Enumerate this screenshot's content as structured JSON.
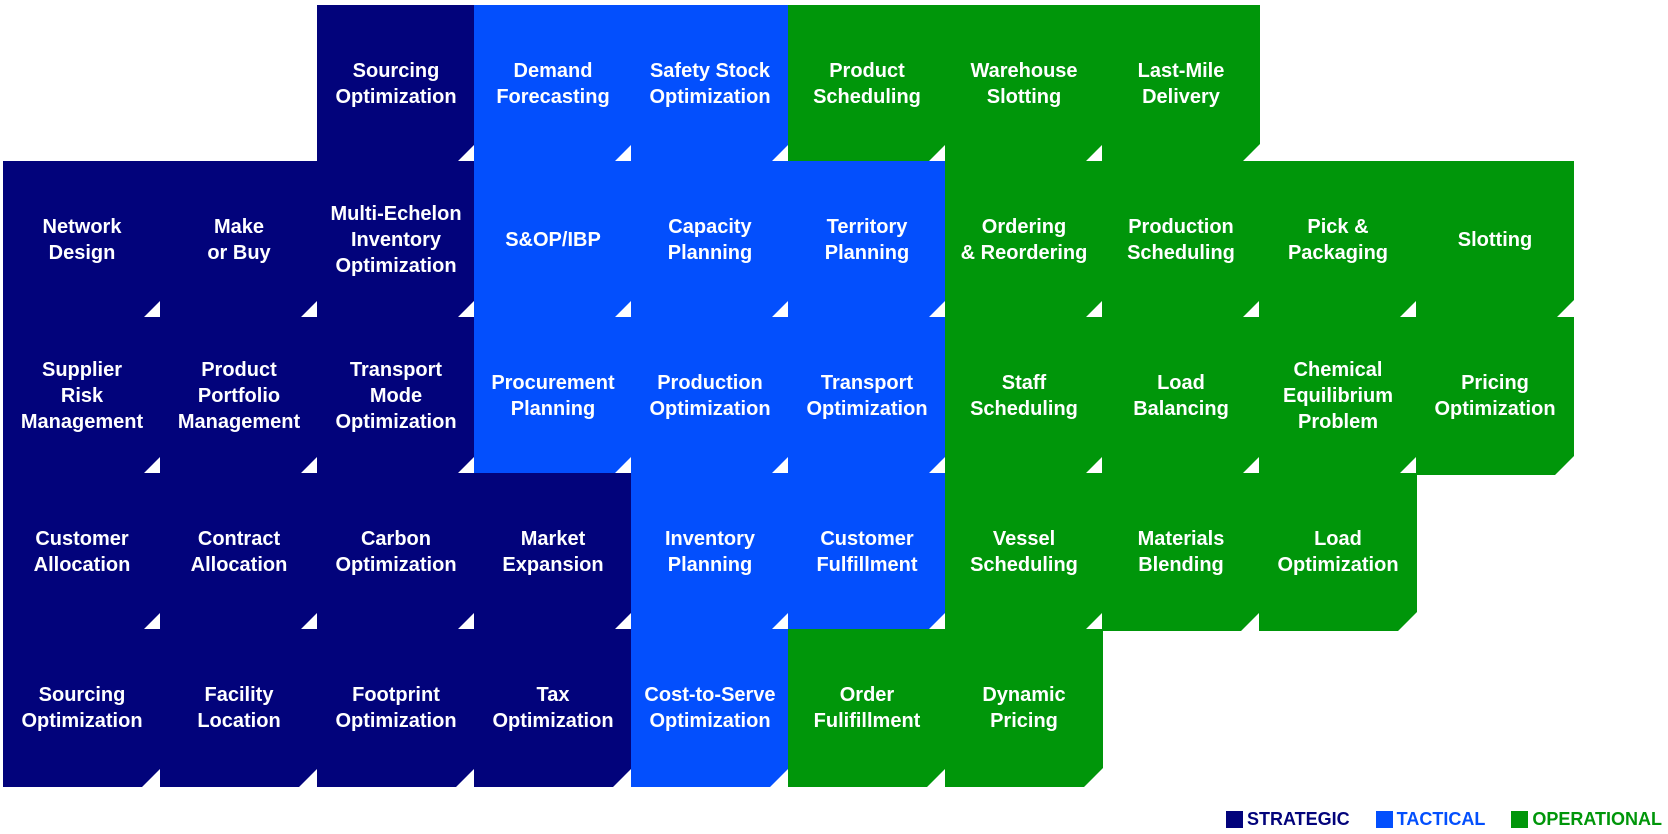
{
  "colors": {
    "strategic": "#02037b",
    "tactical": "#034ffd",
    "operational": "#00960a"
  },
  "legend": [
    {
      "key": "strategic",
      "label": "STRATEGIC"
    },
    {
      "key": "tactical",
      "label": "TACTICAL"
    },
    {
      "key": "operational",
      "label": "OPERATIONAL"
    }
  ],
  "tiles": [
    {
      "row": 0,
      "col": 2,
      "type": "strategic",
      "label": "Sourcing\nOptimization"
    },
    {
      "row": 0,
      "col": 3,
      "type": "tactical",
      "label": "Demand\nForecasting"
    },
    {
      "row": 0,
      "col": 4,
      "type": "tactical",
      "label": "Safety Stock\nOptimization"
    },
    {
      "row": 0,
      "col": 5,
      "type": "operational",
      "label": "Product\nScheduling"
    },
    {
      "row": 0,
      "col": 6,
      "type": "operational",
      "label": "Warehouse\nSlotting"
    },
    {
      "row": 0,
      "col": 7,
      "type": "operational",
      "label": "Last-Mile\nDelivery"
    },
    {
      "row": 1,
      "col": 0,
      "type": "strategic",
      "label": "Network\nDesign"
    },
    {
      "row": 1,
      "col": 1,
      "type": "strategic",
      "label": "Make\nor Buy"
    },
    {
      "row": 1,
      "col": 2,
      "type": "strategic",
      "label": "Multi-Echelon\nInventory\nOptimization"
    },
    {
      "row": 1,
      "col": 3,
      "type": "tactical",
      "label": "S&OP/IBP"
    },
    {
      "row": 1,
      "col": 4,
      "type": "tactical",
      "label": "Capacity\nPlanning"
    },
    {
      "row": 1,
      "col": 5,
      "type": "tactical",
      "label": "Territory\nPlanning"
    },
    {
      "row": 1,
      "col": 6,
      "type": "operational",
      "label": "Ordering\n& Reordering"
    },
    {
      "row": 1,
      "col": 7,
      "type": "operational",
      "label": "Production\nScheduling"
    },
    {
      "row": 1,
      "col": 8,
      "type": "operational",
      "label": "Pick &\nPackaging"
    },
    {
      "row": 1,
      "col": 9,
      "type": "operational",
      "label": "Slotting"
    },
    {
      "row": 2,
      "col": 0,
      "type": "strategic",
      "label": "Supplier\nRisk\nManagement"
    },
    {
      "row": 2,
      "col": 1,
      "type": "strategic",
      "label": "Product\nPortfolio\nManagement"
    },
    {
      "row": 2,
      "col": 2,
      "type": "strategic",
      "label": "Transport\nMode\nOptimization"
    },
    {
      "row": 2,
      "col": 3,
      "type": "tactical",
      "label": "Procurement\nPlanning"
    },
    {
      "row": 2,
      "col": 4,
      "type": "tactical",
      "label": "Production\nOptimization"
    },
    {
      "row": 2,
      "col": 5,
      "type": "tactical",
      "label": "Transport\nOptimization"
    },
    {
      "row": 2,
      "col": 6,
      "type": "operational",
      "label": "Staff\nScheduling"
    },
    {
      "row": 2,
      "col": 7,
      "type": "operational",
      "label": "Load\nBalancing"
    },
    {
      "row": 2,
      "col": 8,
      "type": "operational",
      "label": "Chemical\nEquilibrium\nProblem"
    },
    {
      "row": 2,
      "col": 9,
      "type": "operational",
      "label": "Pricing\nOptimization"
    },
    {
      "row": 3,
      "col": 0,
      "type": "strategic",
      "label": "Customer\nAllocation"
    },
    {
      "row": 3,
      "col": 1,
      "type": "strategic",
      "label": "Contract\nAllocation"
    },
    {
      "row": 3,
      "col": 2,
      "type": "strategic",
      "label": "Carbon\nOptimization"
    },
    {
      "row": 3,
      "col": 3,
      "type": "strategic",
      "label": "Market\nExpansion"
    },
    {
      "row": 3,
      "col": 4,
      "type": "tactical",
      "label": "Inventory\nPlanning"
    },
    {
      "row": 3,
      "col": 5,
      "type": "tactical",
      "label": "Customer\nFulfillment"
    },
    {
      "row": 3,
      "col": 6,
      "type": "operational",
      "label": "Vessel\nScheduling"
    },
    {
      "row": 3,
      "col": 7,
      "type": "operational",
      "label": "Materials\nBlending"
    },
    {
      "row": 3,
      "col": 8,
      "type": "operational",
      "label": "Load\nOptimization"
    },
    {
      "row": 4,
      "col": 0,
      "type": "strategic",
      "label": "Sourcing\nOptimization"
    },
    {
      "row": 4,
      "col": 1,
      "type": "strategic",
      "label": "Facility\nLocation"
    },
    {
      "row": 4,
      "col": 2,
      "type": "strategic",
      "label": "Footprint\nOptimization"
    },
    {
      "row": 4,
      "col": 3,
      "type": "strategic",
      "label": "Tax\nOptimization"
    },
    {
      "row": 4,
      "col": 4,
      "type": "tactical",
      "label": "Cost-to-Serve\nOptimization"
    },
    {
      "row": 4,
      "col": 5,
      "type": "operational",
      "label": "Order\nFulifillment"
    },
    {
      "row": 4,
      "col": 6,
      "type": "operational",
      "label": "Dynamic\nPricing"
    }
  ]
}
